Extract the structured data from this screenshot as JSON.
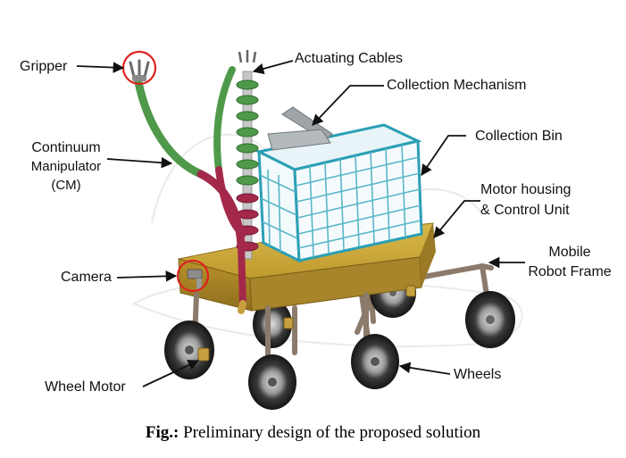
{
  "labels": {
    "gripper": "Gripper",
    "actuating_cables": "Actuating Cables",
    "collection_mechanism": "Collection Mechanism",
    "collection_bin": "Collection Bin",
    "continuum_line1": "Continuum",
    "continuum_line2": "Manipulator",
    "continuum_line3": "(CM)",
    "motor_line1": "Motor housing",
    "motor_line2": "& Control Unit",
    "camera": "Camera",
    "mobile_line1": "Mobile",
    "mobile_line2": "Robot Frame",
    "wheels": "Wheels",
    "wheel_motor": "Wheel Motor"
  },
  "caption": {
    "prefix": "Fig.:",
    "text": " Preliminary design of the proposed solution"
  },
  "colors": {
    "platform": "#c9a53a",
    "manipulator_green": "#4f9a4a",
    "manipulator_red": "#a3284a",
    "bin_blue": "#2b9fb5",
    "highlight_circle": "#e02020",
    "wheel": "#2b2b2b"
  }
}
